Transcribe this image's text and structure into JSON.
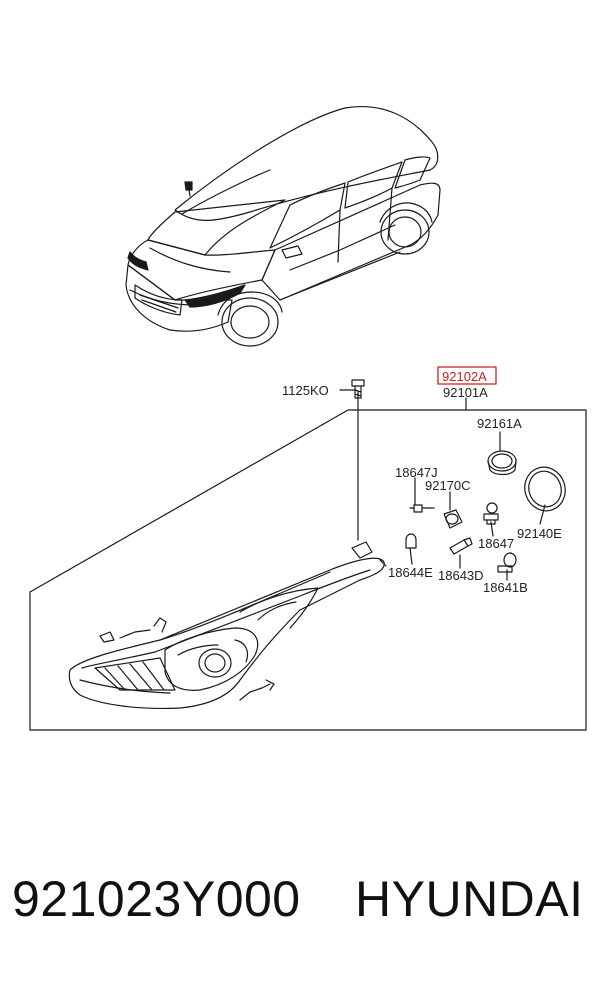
{
  "diagram": {
    "labels": {
      "bolt": "1125KO",
      "assembly_highlight": "92102A",
      "assembly": "92101A",
      "cap": "92161A",
      "bulb_j": "18647J",
      "socket_c": "92170C",
      "bulb": "18647",
      "ring": "92140E",
      "bulb_e": "18644E",
      "bulb_d": "18643D",
      "bulb_b": "18641B"
    },
    "highlight_color": "#cc1f1f"
  },
  "footer": {
    "part_number": "921023Y000",
    "brand": "HYUNDAI"
  }
}
